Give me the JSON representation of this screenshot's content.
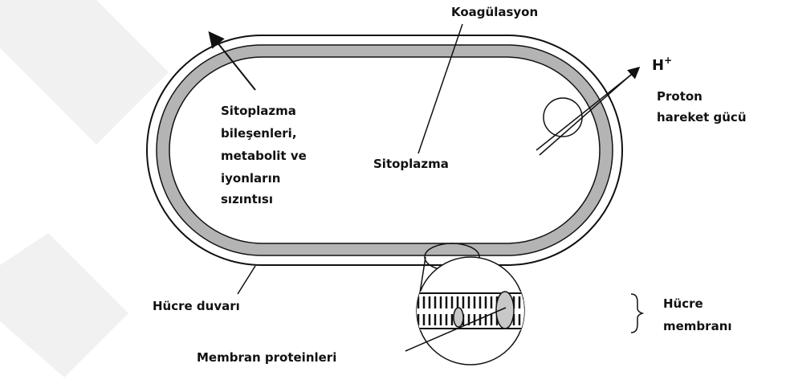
{
  "labels": {
    "coagulation": "Koagülasyon",
    "leakage": [
      "Sitoplazma",
      "bileşenleri,",
      "metabolit ve",
      "iyonların",
      "sızıntısı"
    ],
    "cytoplasm": "Sitoplazma",
    "proton_symbol": "H",
    "proton_charge": "+",
    "proton_force": [
      "Proton",
      "hareket gücü"
    ],
    "cell_wall": "Hücre duvarı",
    "cell_membrane": [
      "Hücre",
      "membranı"
    ],
    "membrane_proteins": "Membran proteinleri"
  },
  "colors": {
    "outline": "#111111",
    "membrane_band": "#b4b4b4",
    "protein_fill": "#c8c8c8",
    "watermark": "#f1f1f1"
  }
}
